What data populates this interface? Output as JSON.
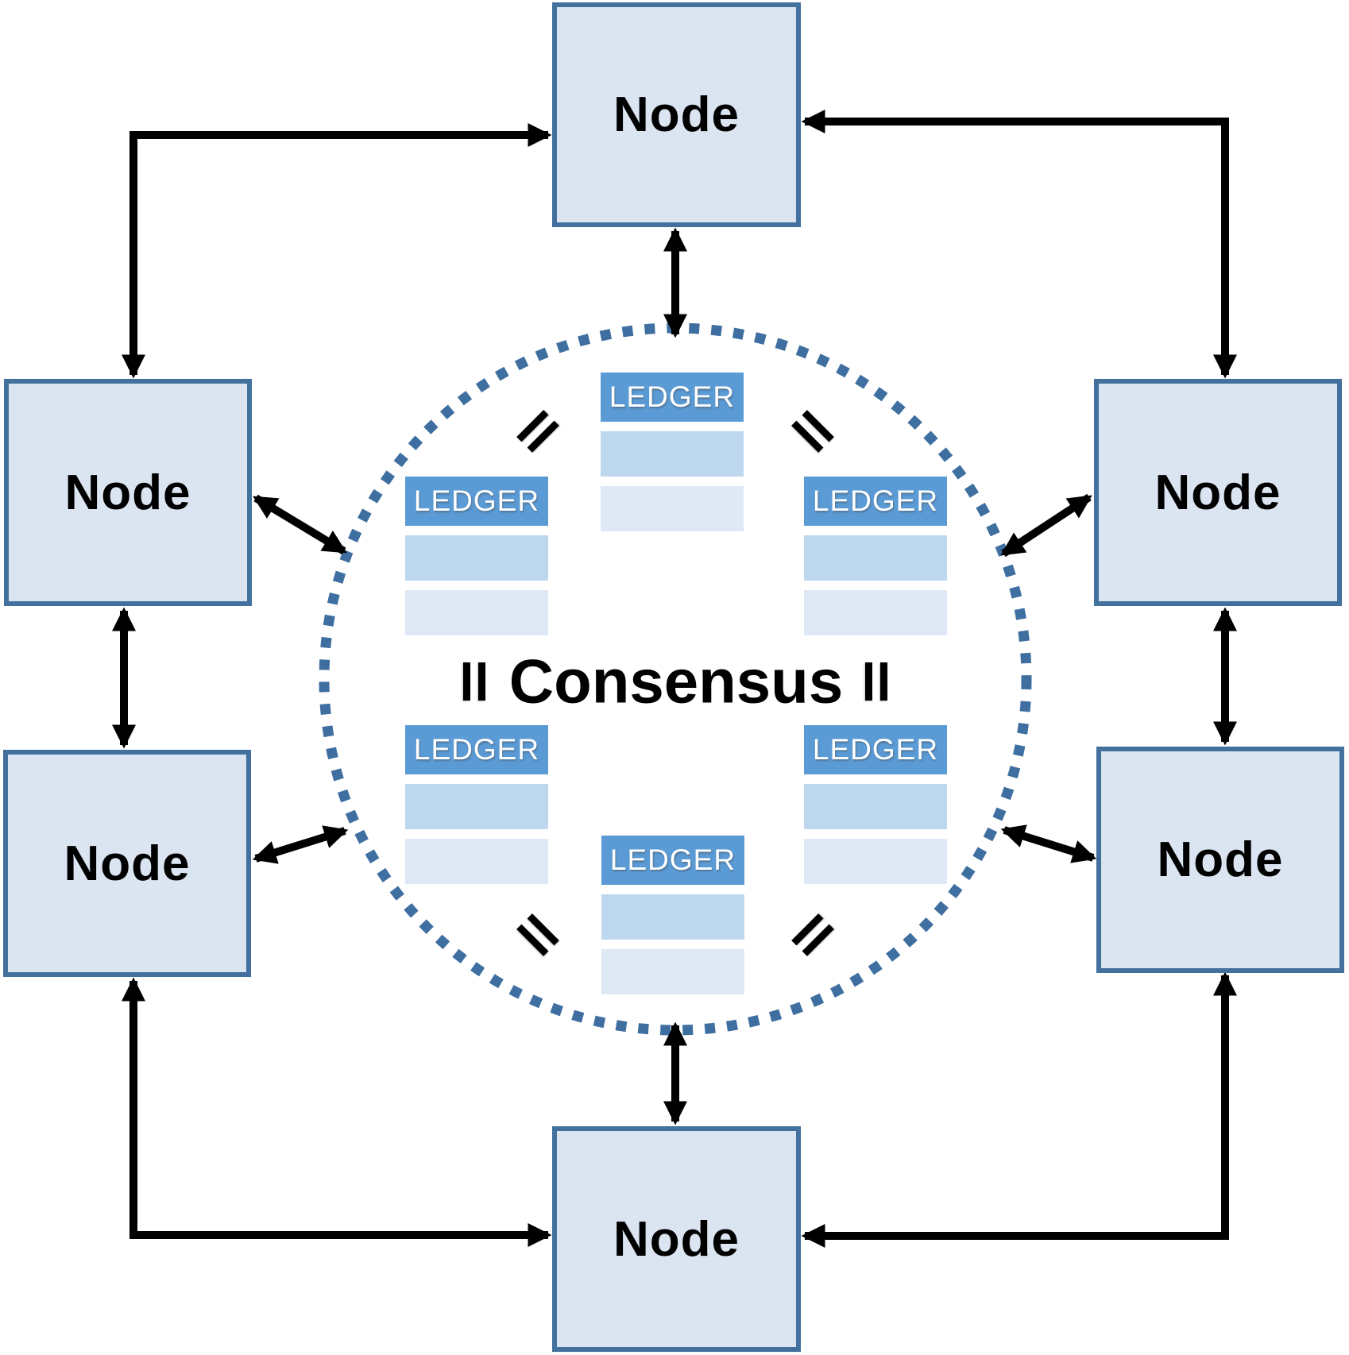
{
  "consensus": {
    "label": "Consensus"
  },
  "nodes": [
    {
      "id": "top",
      "label": "Node"
    },
    {
      "id": "upper-left",
      "label": "Node"
    },
    {
      "id": "upper-right",
      "label": "Node"
    },
    {
      "id": "lower-left",
      "label": "Node"
    },
    {
      "id": "lower-right",
      "label": "Node"
    },
    {
      "id": "bottom",
      "label": "Node"
    }
  ],
  "ledgers": [
    {
      "id": "top",
      "title": "LEDGER"
    },
    {
      "id": "upper-left",
      "title": "LEDGER"
    },
    {
      "id": "upper-right",
      "title": "LEDGER"
    },
    {
      "id": "lower-left",
      "title": "LEDGER"
    },
    {
      "id": "lower-right",
      "title": "LEDGER"
    },
    {
      "id": "bottom",
      "title": "LEDGER"
    }
  ],
  "equals_symbols": [
    {
      "id": "upper-left",
      "symbol": "="
    },
    {
      "id": "upper-right",
      "symbol": "="
    },
    {
      "id": "middle-left",
      "symbol": "="
    },
    {
      "id": "middle-right",
      "symbol": "="
    },
    {
      "id": "lower-left",
      "symbol": "="
    },
    {
      "id": "lower-right",
      "symbol": "="
    }
  ],
  "colors": {
    "node-fill": "#dbe5f1",
    "node-border": "#41719c",
    "ledger-header": "#5b9bd5",
    "ledger-row1": "#bdd7ee",
    "ledger-row2": "#dee9f5",
    "circle-dot": "#3f6fa0",
    "arrow": "#000000",
    "ledger-text": "#ffffff",
    "label-text": "#000000"
  }
}
